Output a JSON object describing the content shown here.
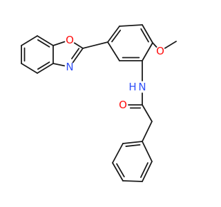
{
  "molecule": {
    "atoms": [
      {
        "id": "O1",
        "symbol": "O",
        "color": "#ff0d0d"
      },
      {
        "id": "N1",
        "symbol": "N",
        "color": "#3050f8"
      },
      {
        "id": "O2",
        "symbol": "O",
        "color": "#ff0d0d"
      },
      {
        "id": "N2",
        "symbol": "N",
        "color": "#3050f8"
      },
      {
        "id": "H2",
        "symbol": "H",
        "color": "#3050f8"
      },
      {
        "id": "O3",
        "symbol": "O",
        "color": "#ff0d0d"
      }
    ],
    "bond_color": "#1a1a1a"
  }
}
